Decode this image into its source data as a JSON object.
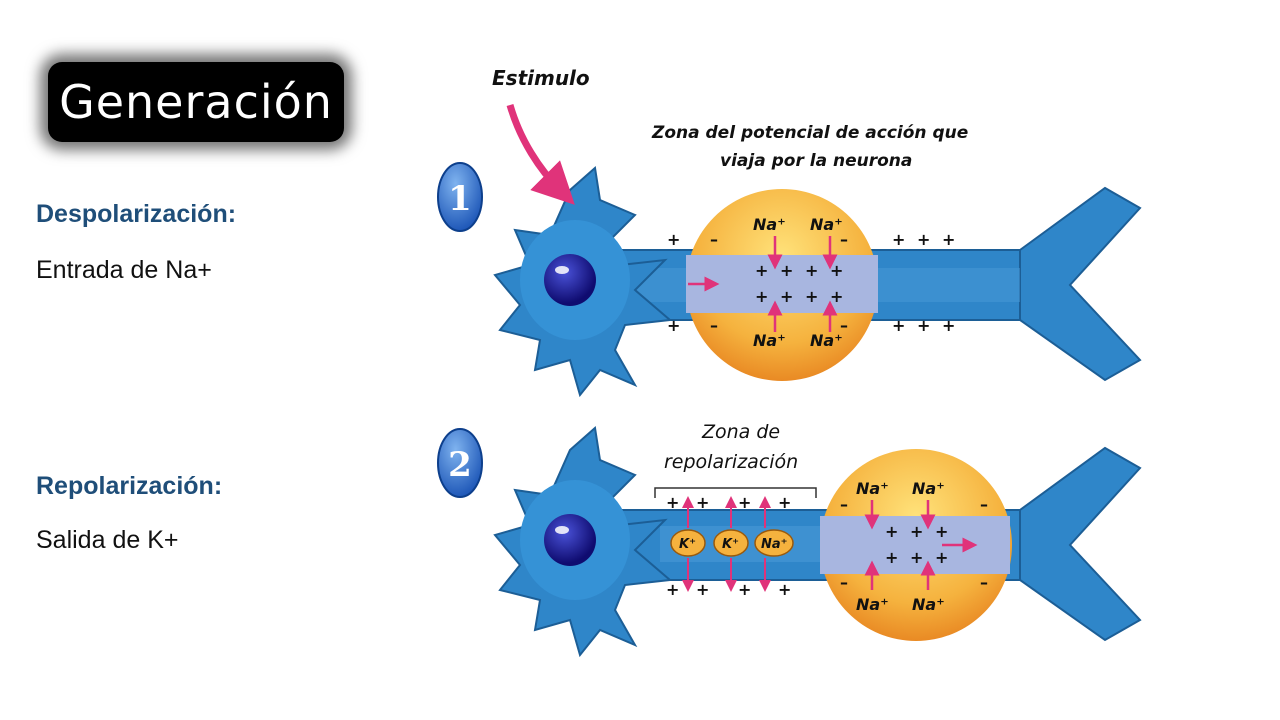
{
  "title": "Generación",
  "left_panel": {
    "depol_heading": "Despolarización:",
    "depol_text": "Entrada de Na+",
    "repol_heading": "Repolarización:",
    "repol_text": "Salida de K+"
  },
  "diagram": {
    "step1": {
      "number": "1",
      "stimulus_label": "Estimulo",
      "zone_label_line1": "Zona del potencial de acción que",
      "zone_label_line2": "viaja por la neurona",
      "ion_label": "Na⁺"
    },
    "step2": {
      "number": "2",
      "zone_label_line1": "Zona de",
      "zone_label_line2": "repolarización",
      "k_label": "K⁺",
      "na_label": "Na⁺"
    }
  },
  "colors": {
    "neuron": "#2f86c9",
    "neuron_dark": "#1c5e96",
    "nucleus": "#16128a",
    "arrow": "#e0337a",
    "heading": "#1f4e79",
    "zone_orange": "#f2a23a",
    "zone_inner": "#a8b6e0"
  }
}
